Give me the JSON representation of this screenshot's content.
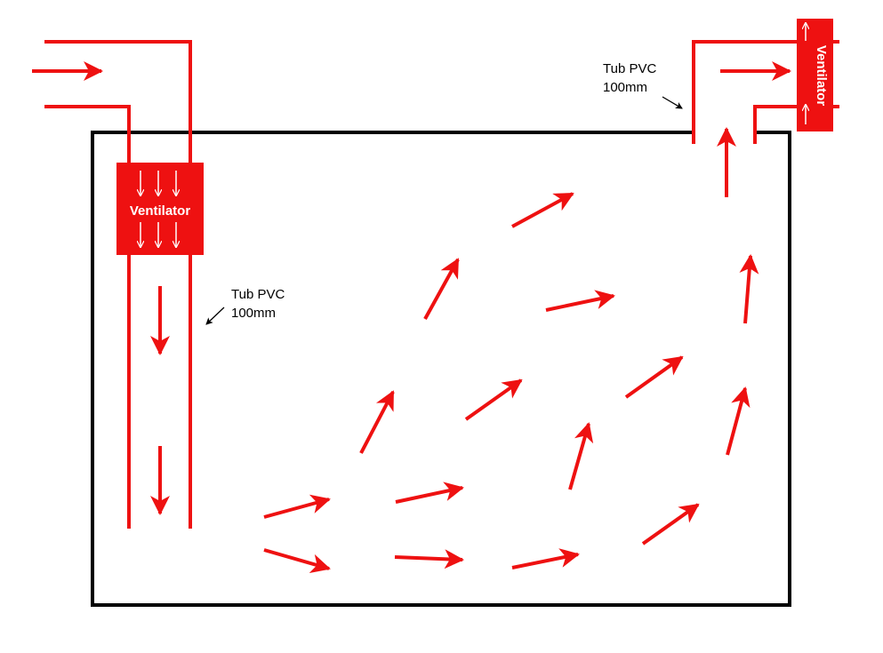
{
  "left_fan": {
    "label": "Ventilator"
  },
  "right_fan": {
    "label": "Ventilator"
  },
  "left_pipe_label": {
    "line1": "Tub PVC",
    "line2": "100mm"
  },
  "right_pipe_label": {
    "line1": "Tub PVC",
    "line2": "100mm"
  },
  "colors": {
    "accent": "#ee1111",
    "outline": "#000000",
    "background": "#ffffff"
  }
}
